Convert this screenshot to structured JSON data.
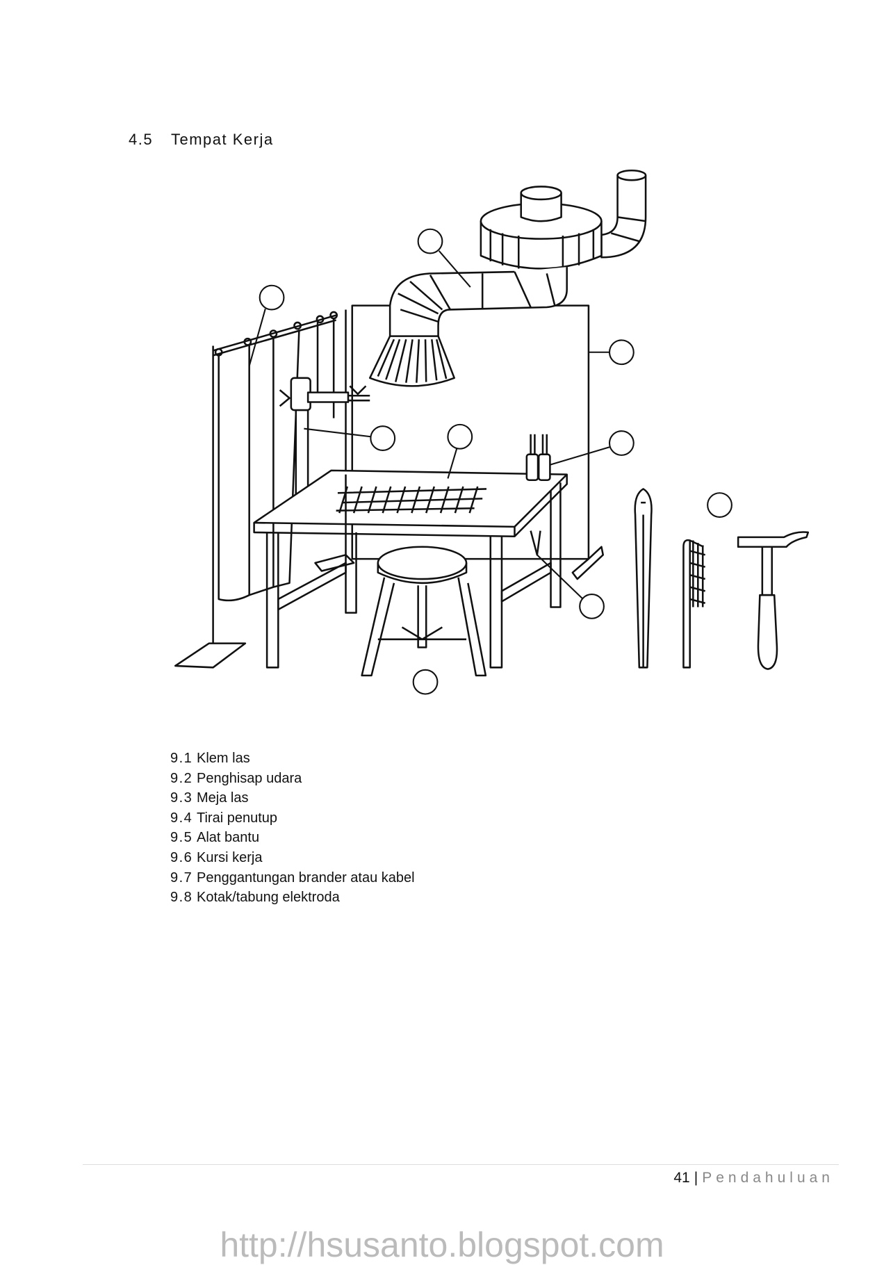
{
  "section": {
    "number": "4.5",
    "title": "Tempat Kerja"
  },
  "legend": [
    {
      "no": "9.1",
      "label": "Klem las"
    },
    {
      "no": "9.2",
      "label": "Penghisap udara"
    },
    {
      "no": "9.3",
      "label": "Meja las"
    },
    {
      "no": "9.4",
      "label": "Tirai penutup"
    },
    {
      "no": "9.5",
      "label": "Alat bantu"
    },
    {
      "no": "9.6",
      "label": "Kursi kerja"
    },
    {
      "no": "9.7",
      "label": "Penggantungan brander atau kabel"
    },
    {
      "no": "9.8",
      "label": "Kotak/tabung elektroda"
    }
  ],
  "footer": {
    "page": "41",
    "separator": "|",
    "section": "Pendahuluan"
  },
  "watermark": "http://hsusanto.blogspot.com"
}
